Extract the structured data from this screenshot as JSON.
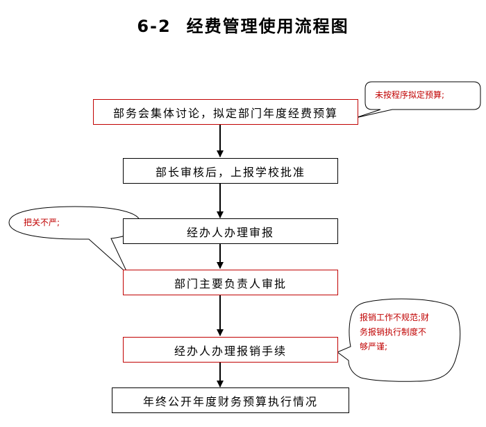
{
  "title": {
    "number": "6-2",
    "text": "经费管理使用流程图"
  },
  "steps": [
    {
      "label": "部务会集体讨论，拟定部门年度经费预算",
      "border": "red"
    },
    {
      "label": "部长审核后，上报学校批准",
      "border": "black"
    },
    {
      "label": "经办人办理审报",
      "border": "black"
    },
    {
      "label": "部门主要负责人审批",
      "border": "red"
    },
    {
      "label": "经办人办理报销手续",
      "border": "red"
    },
    {
      "label": "年终公开年度财务预算执行情况",
      "border": "black"
    }
  ],
  "notes": [
    {
      "text": "未按程序拟定预算;",
      "attached_to_step": 1
    },
    {
      "text": "把关不严;",
      "attached_to_step": 4
    },
    {
      "lines": [
        "报销工作不规范;财",
        "务报销执行制度不",
        "够严谨;"
      ],
      "attached_to_step": 5
    }
  ],
  "colors": {
    "risk_red": "#c00000",
    "line_black": "#000000"
  }
}
